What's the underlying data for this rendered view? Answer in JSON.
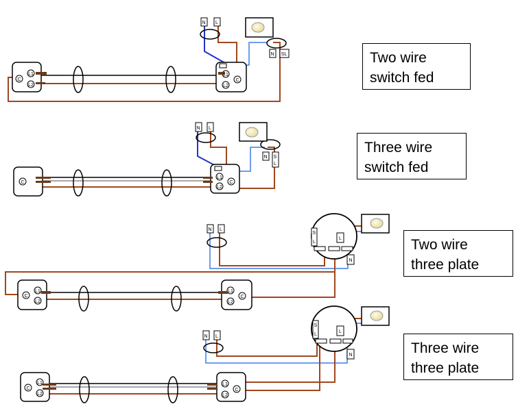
{
  "captions": {
    "d1": {
      "line1": "Two wire",
      "line2": "switch fed"
    },
    "d2": {
      "line1": "Three wire",
      "line2": "switch fed"
    },
    "d3": {
      "line1": "Two wire",
      "line2": "three plate"
    },
    "d4": {
      "line1": "Three wire",
      "line2": "three plate"
    }
  },
  "terminals": {
    "common": "C",
    "l1": "L1",
    "l2": "L2",
    "neutral": "N",
    "live": "L",
    "switched_live": "SL",
    "switch_loop": "S"
  },
  "wire_colors": {
    "brown": "#a0461c",
    "blue": "#2233cc",
    "light_blue": "#3b7de8",
    "grey": "#888888",
    "black": "#000000"
  }
}
